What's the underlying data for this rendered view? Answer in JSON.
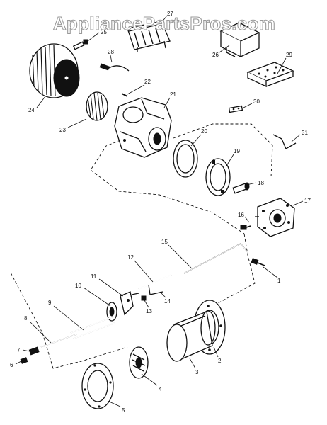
{
  "watermark": "AppliancePartsPros.com",
  "callouts": [
    "1",
    "2",
    "3",
    "4",
    "5",
    "6",
    "7",
    "8",
    "9",
    "10",
    "11",
    "12",
    "13",
    "14",
    "15",
    "16",
    "17",
    "18",
    "19",
    "20",
    "21",
    "22",
    "23",
    "24",
    "25",
    "26",
    "27",
    "28",
    "29",
    "30",
    "31"
  ]
}
